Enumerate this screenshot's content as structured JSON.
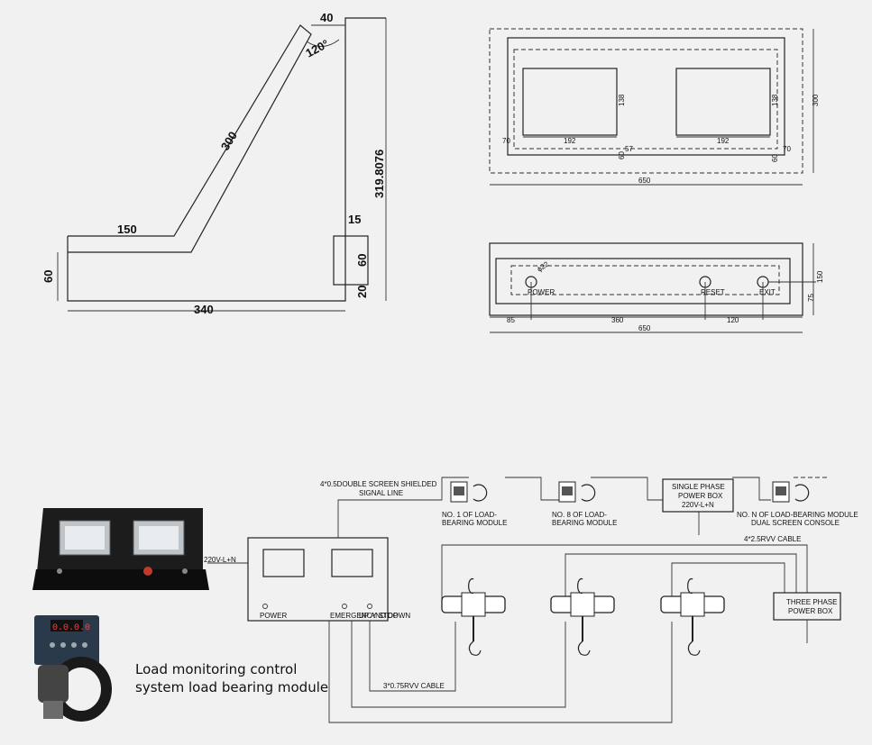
{
  "side_view": {
    "dim_top": "40",
    "dim_angle": "120°",
    "dim_slope": "300",
    "dim_height": "319.8076",
    "dim_base_top": "150",
    "dim_left": "60",
    "dim_bottom": "340",
    "dim_step": "15",
    "dim_right": "60",
    "dim_foot": "20"
  },
  "front_view": {
    "dim_70_left": "70",
    "dim_192_left": "192",
    "dim_138_left": "138",
    "dim_57": "57",
    "dim_60_a": "60",
    "dim_192_right": "192",
    "dim_138_right": "138",
    "dim_70_right": "70",
    "dim_60_b": "60",
    "dim_width": "650",
    "dim_height": "300"
  },
  "top_view": {
    "dim_hole": "ϕ22",
    "dim_85": "85",
    "dim_360": "360",
    "dim_120": "120",
    "dim_width": "650",
    "dim_150": "150",
    "dim_75": "75",
    "hole_labels": [
      "POWER",
      "RESET",
      "EXIT"
    ]
  },
  "wiring": {
    "signal_line": [
      "4*0.5DOUBLE SCREEN SHIELDED",
      "SIGNAL LINE"
    ],
    "module_1": [
      "NO. 1 OF LOAD-",
      "BEARING MODULE"
    ],
    "module_8": [
      "NO. 8 OF LOAD-",
      "BEARING MODULE"
    ],
    "single_phase": [
      "SINGLE PHASE",
      "POWER BOX",
      "220V-L+N"
    ],
    "module_n": [
      "NO. N OF LOAD-BEARING MODULE",
      "DUAL SCREEN CONSOLE"
    ],
    "cable_4x25": "4*2.5RVV CABLE",
    "cable_3x075": "3*0.75RVV CABLE",
    "three_phase": [
      "THREE PHASE",
      "POWER BOX"
    ],
    "supply": "220V-L+N",
    "console_buttons": [
      "POWER",
      "EMERGENCY STOP",
      "UP AND DOWN"
    ],
    "module_display": "0.0.0.0"
  },
  "caption": [
    "Load monitoring control",
    "system load bearing module"
  ],
  "colors": {
    "background": "#f1f1f1",
    "console_body": "#1c1c1c",
    "stop_button": "#c0392b",
    "module_body": "#2b3a4a"
  }
}
